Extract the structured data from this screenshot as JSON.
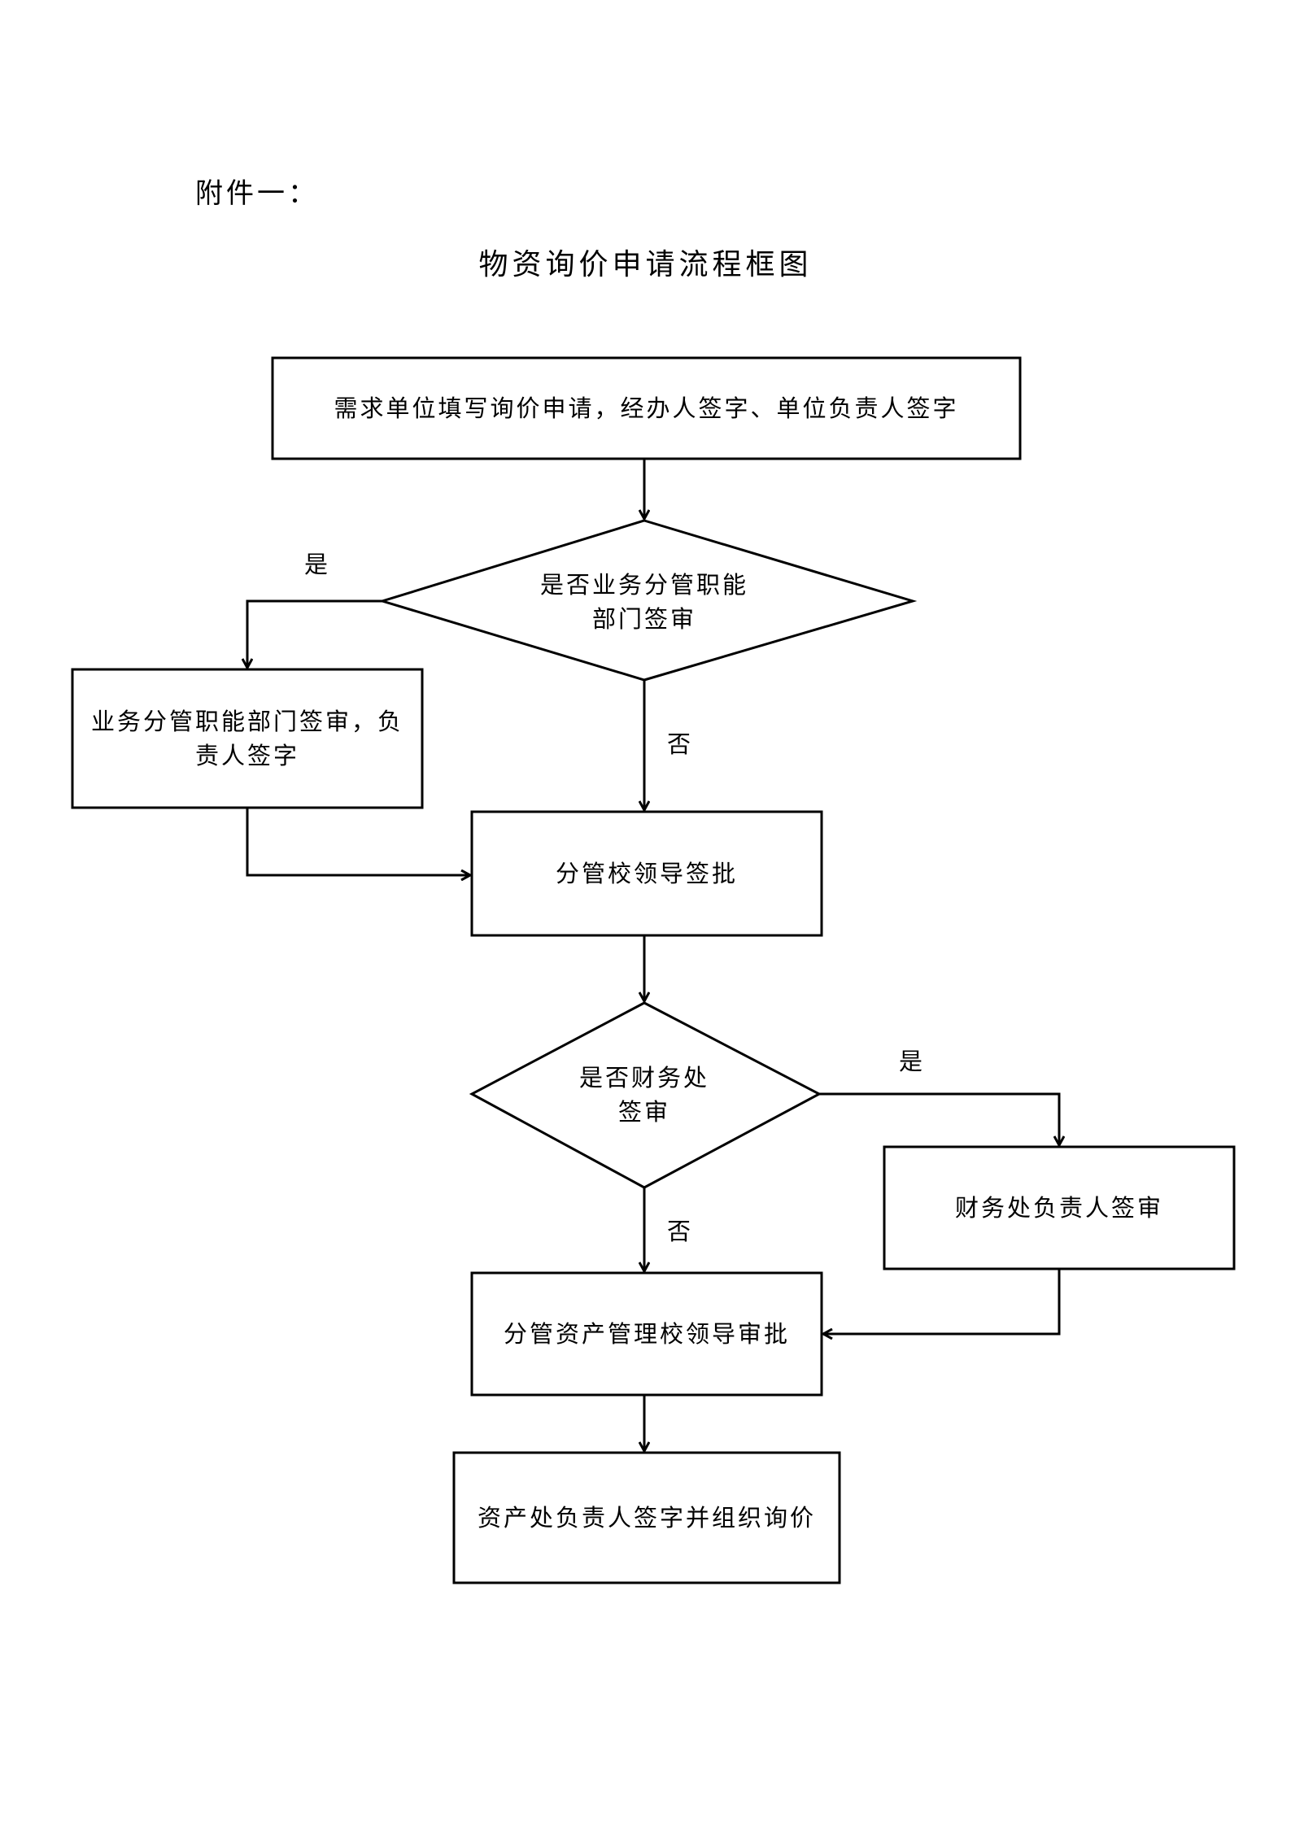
{
  "page_label": "附件一：",
  "title": "物资询价申请流程框图",
  "nodes": {
    "start": "需求单位填写询价申请，经办人签字、单位负责人签字",
    "decision_dept_line1": "是否业务分管职能",
    "decision_dept_line2": "部门签审",
    "dept_review": "业务分管职能部门签审，负责人签字",
    "leader_sign": "分管校领导签批",
    "decision_finance_line1": "是否财务处",
    "decision_finance_line2": "签审",
    "finance_review": "财务处负责人签审",
    "asset_leader": "分管资产管理校领导审批",
    "asset_office": "资产处负责人签字并组织询价"
  },
  "edge_labels": {
    "dept_yes": "是",
    "dept_no": "否",
    "finance_yes": "是",
    "finance_no": "否"
  }
}
